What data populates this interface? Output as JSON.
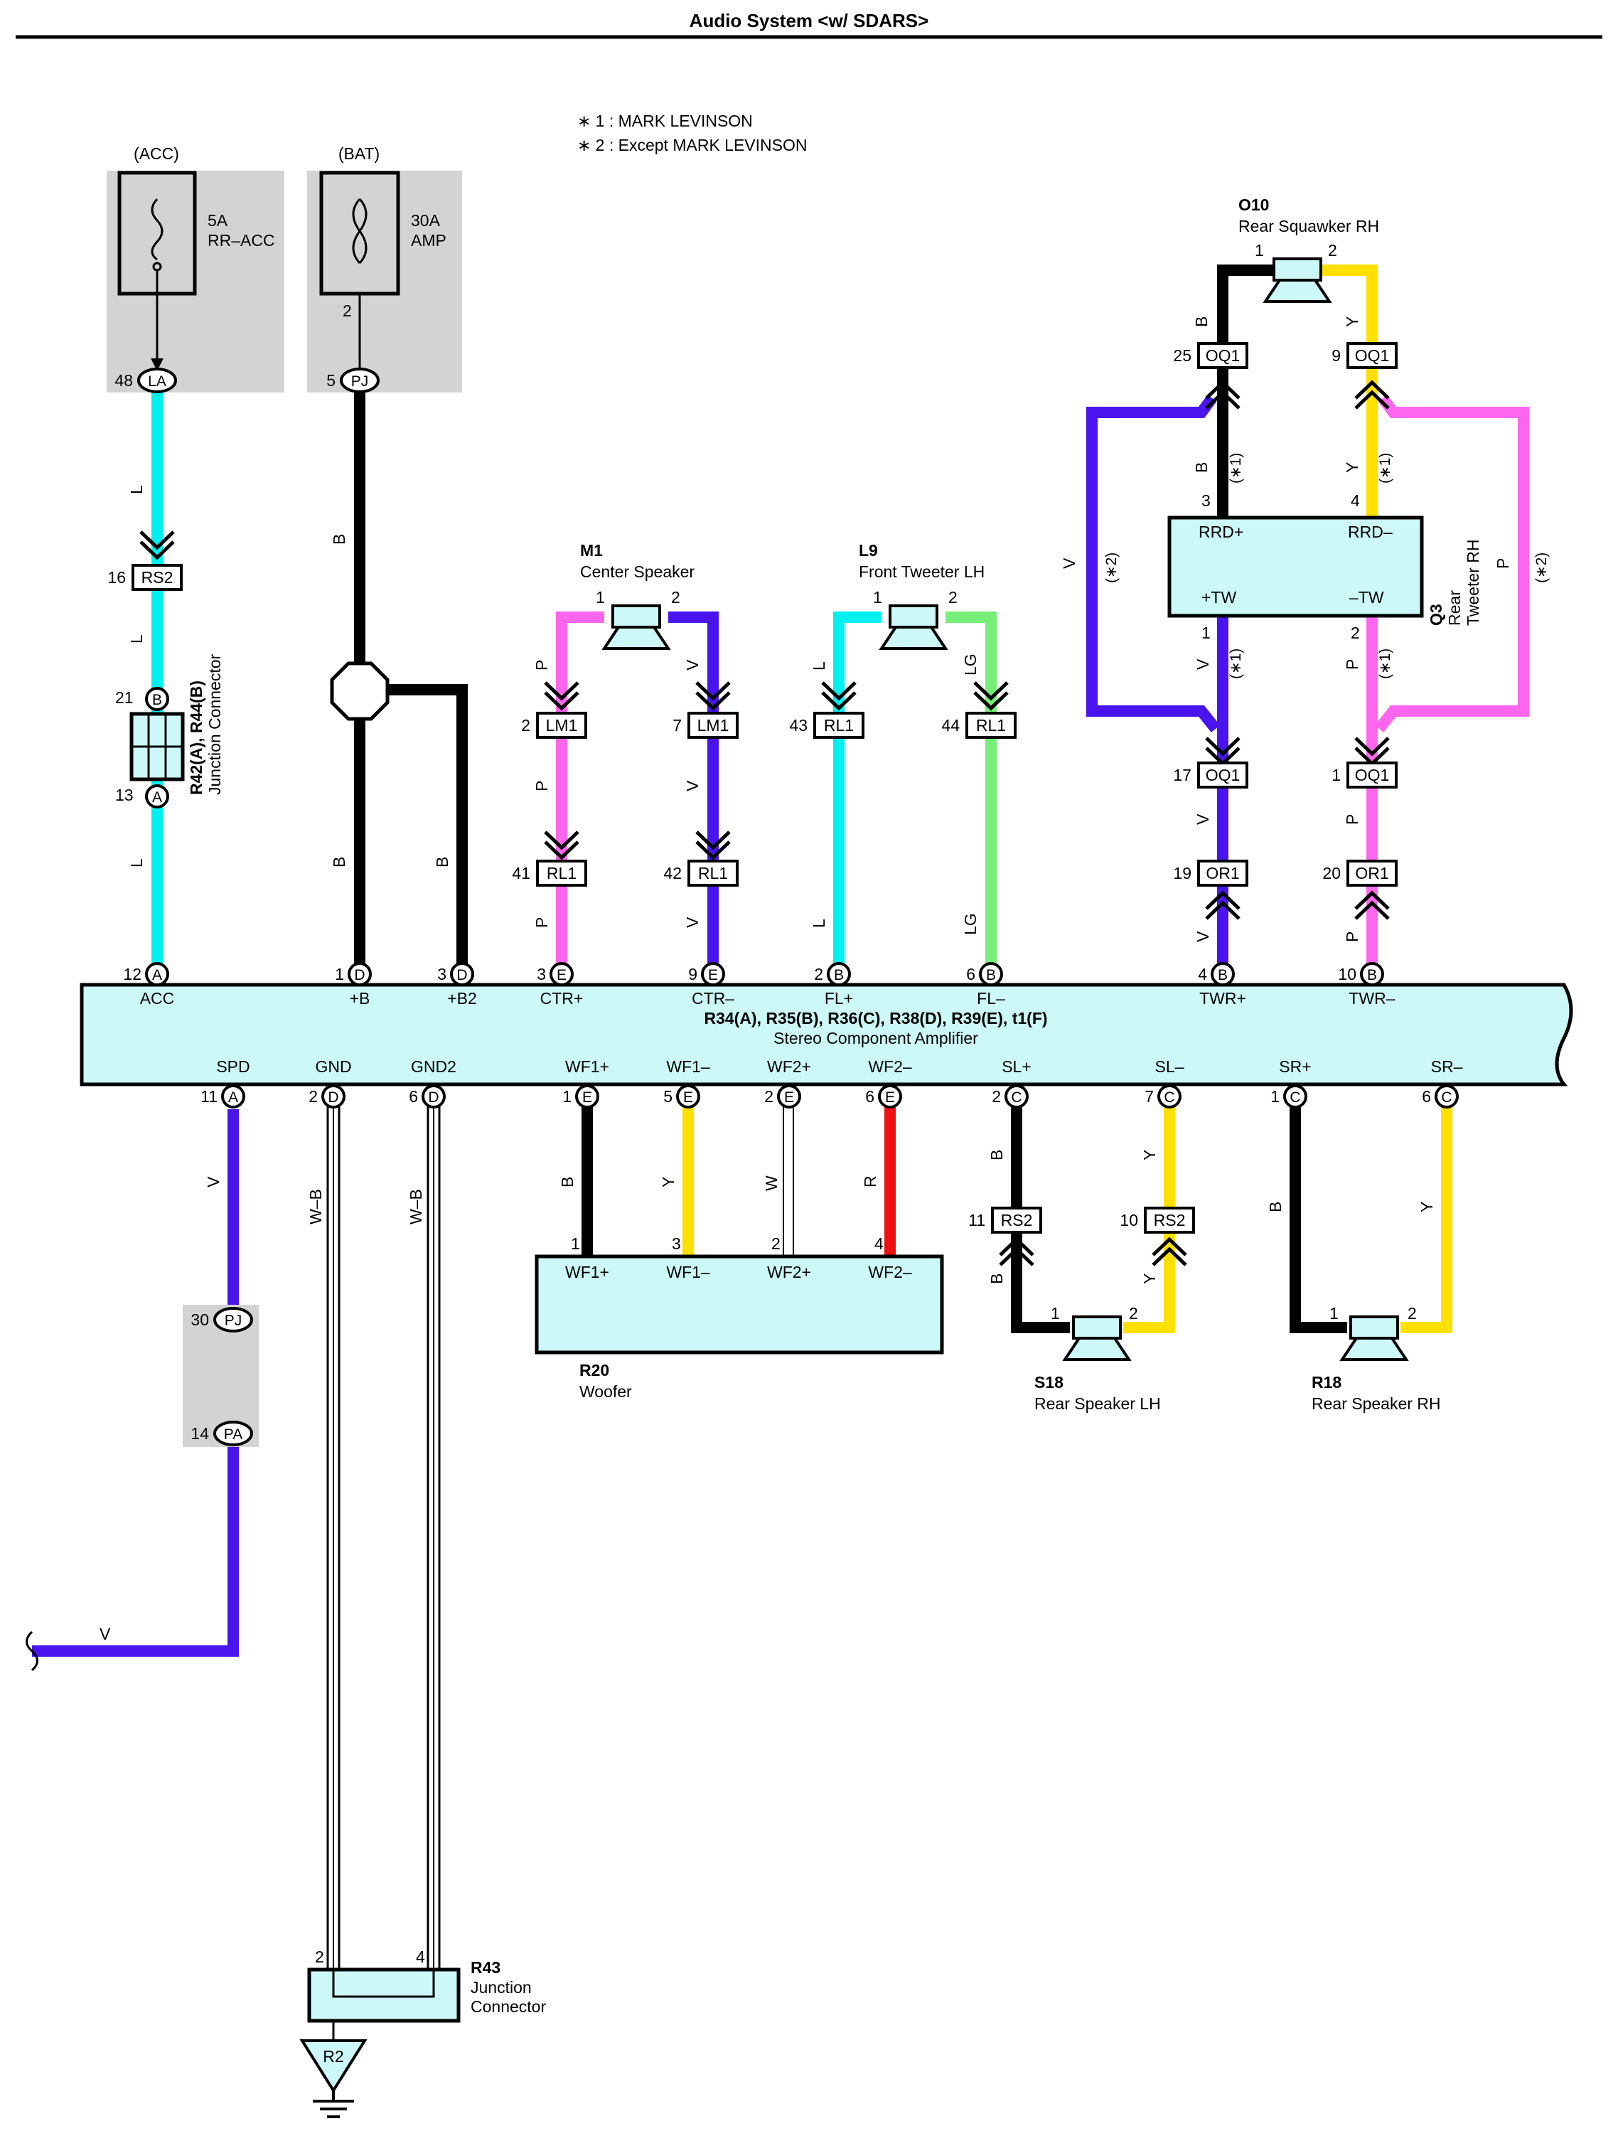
{
  "title": "Audio System <w/ SDARS>",
  "notes": [
    "∗ 1 : MARK LEVINSON",
    "∗ 2 : Except MARK LEVINSON"
  ],
  "fuses": [
    {
      "source": "(ACC)",
      "rating": "5A",
      "name": "RR–ACC",
      "pin": "48",
      "connector": "LA"
    },
    {
      "source": "(BAT)",
      "rating": "30A",
      "name": "AMP",
      "pin_top": "2",
      "pin": "5",
      "connector": "PJ"
    }
  ],
  "amplifier": {
    "id": "R34(A), R35(B), R36(C), R38(D), R39(E), t1(F)",
    "name": "Stereo Component Amplifier",
    "top_terminals": [
      {
        "key": "acc",
        "pin": "12",
        "conn": "A",
        "label": "ACC"
      },
      {
        "key": "b",
        "pin": "1",
        "conn": "D",
        "label": "+B"
      },
      {
        "key": "b2",
        "pin": "3",
        "conn": "D",
        "label": "+B2"
      },
      {
        "key": "ctrp",
        "pin": "3",
        "conn": "E",
        "label": "CTR+"
      },
      {
        "key": "ctrm",
        "pin": "9",
        "conn": "E",
        "label": "CTR–"
      },
      {
        "key": "flp",
        "pin": "2",
        "conn": "B",
        "label": "FL+"
      },
      {
        "key": "flm",
        "pin": "6",
        "conn": "B",
        "label": "FL–"
      },
      {
        "key": "twrp",
        "pin": "4",
        "conn": "B",
        "label": "TWR+"
      },
      {
        "key": "twrm",
        "pin": "10",
        "conn": "B",
        "label": "TWR–"
      }
    ],
    "bottom_terminals": [
      {
        "key": "spd",
        "pin": "11",
        "conn": "A",
        "label": "SPD"
      },
      {
        "key": "gnd",
        "pin": "2",
        "conn": "D",
        "label": "GND"
      },
      {
        "key": "gnd2",
        "pin": "6",
        "conn": "D",
        "label": "GND2"
      },
      {
        "key": "wf1p",
        "pin": "1",
        "conn": "E",
        "label": "WF1+"
      },
      {
        "key": "wf1m",
        "pin": "5",
        "conn": "E",
        "label": "WF1–"
      },
      {
        "key": "wf2p",
        "pin": "2",
        "conn": "E",
        "label": "WF2+"
      },
      {
        "key": "wf2m",
        "pin": "6",
        "conn": "E",
        "label": "WF2–"
      },
      {
        "key": "slp",
        "pin": "2",
        "conn": "C",
        "label": "SL+"
      },
      {
        "key": "slm",
        "pin": "7",
        "conn": "C",
        "label": "SL–"
      },
      {
        "key": "srp",
        "pin": "1",
        "conn": "C",
        "label": "SR+"
      },
      {
        "key": "srm",
        "pin": "6",
        "conn": "C",
        "label": "SR–"
      }
    ]
  },
  "components": {
    "m1": {
      "id": "M1",
      "name": "Center Speaker",
      "pin1": "1",
      "pin2": "2"
    },
    "l9": {
      "id": "L9",
      "name": "Front Tweeter LH",
      "pin1": "1",
      "pin2": "2"
    },
    "o10": {
      "id": "O10",
      "name": "Rear Squawker RH",
      "pin1": "1",
      "pin2": "2"
    },
    "q3": {
      "id": "Q3",
      "name1": "Rear",
      "name2": "Tweeter RH",
      "rrdp": "RRD+",
      "rrdm": "RRD–",
      "twp": "+TW",
      "twm": "–TW",
      "pin_rrdp": "3",
      "pin_rrdm": "4",
      "pin_twp": "1",
      "pin_twm": "2"
    },
    "r42": {
      "id": "R42(A), R44(B)",
      "name": "Junction Connector",
      "top_pin": "21",
      "top_conn": "B",
      "bot_pin": "13",
      "bot_conn": "A"
    },
    "r20": {
      "id": "R20",
      "name": "Woofer",
      "labels": [
        "WF1+",
        "WF1–",
        "WF2+",
        "WF2–"
      ],
      "pins": [
        "1",
        "3",
        "2",
        "4"
      ]
    },
    "s18": {
      "id": "S18",
      "name": "Rear Speaker LH",
      "pin1": "1",
      "pin2": "2"
    },
    "r18": {
      "id": "R18",
      "name": "Rear Speaker RH",
      "pin1": "1",
      "pin2": "2"
    },
    "r43": {
      "id": "R43",
      "name1": "Junction",
      "name2": "Connector",
      "pin_left": "2",
      "pin_right": "4"
    },
    "ground": {
      "label": "R2"
    }
  },
  "connectors": {
    "rs2_acc": {
      "pin": "16",
      "name": "RS2"
    },
    "lm1_1": {
      "pin": "2",
      "name": "LM1"
    },
    "lm1_2": {
      "pin": "7",
      "name": "LM1"
    },
    "rl1_1": {
      "pin": "41",
      "name": "RL1"
    },
    "rl1_2": {
      "pin": "42",
      "name": "RL1"
    },
    "rl1_3": {
      "pin": "43",
      "name": "RL1"
    },
    "rl1_4": {
      "pin": "44",
      "name": "RL1"
    },
    "oq1_1": {
      "pin": "25",
      "name": "OQ1"
    },
    "oq1_2": {
      "pin": "9",
      "name": "OQ1"
    },
    "oq1_3": {
      "pin": "17",
      "name": "OQ1"
    },
    "oq1_4": {
      "pin": "1",
      "name": "OQ1"
    },
    "or1_1": {
      "pin": "19",
      "name": "OR1"
    },
    "or1_2": {
      "pin": "20",
      "name": "OR1"
    },
    "rs2_1": {
      "pin": "11",
      "name": "RS2"
    },
    "rs2_2": {
      "pin": "10",
      "name": "RS2"
    },
    "pj_spd": {
      "pin": "30",
      "name": "PJ"
    },
    "pa_spd": {
      "pin": "14",
      "name": "PA"
    }
  },
  "wire_colors": {
    "L": "#00f0f0",
    "B": "#000000",
    "P": "#ff66ee",
    "V": "#4a14ee",
    "LG": "#77ee77",
    "Y": "#ffe000",
    "R": "#ee1111",
    "W": "#ffffff",
    "W-B": "#ffffff"
  },
  "wire_labels": {
    "L": "L",
    "B": "B",
    "P": "P",
    "V": "V",
    "LG": "LG",
    "Y": "Y",
    "R": "R",
    "W": "W",
    "WB": "W–B",
    "s1": "(∗1)",
    "s2": "(∗2)"
  },
  "colors": {
    "component_fill": "#ccf8f8",
    "shade": "#d3d3d3"
  }
}
